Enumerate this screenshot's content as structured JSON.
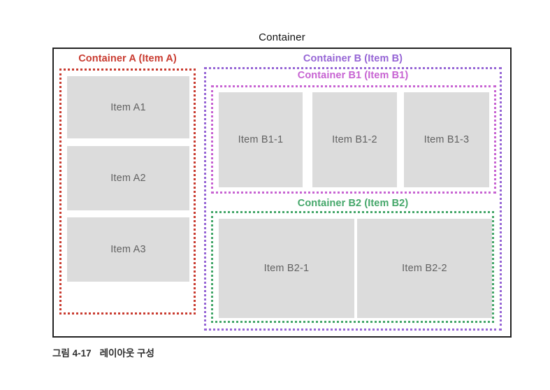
{
  "figure": {
    "title": "Container",
    "caption_label": "그림 4-17",
    "caption_text": "레이아웃 구성"
  },
  "containers": {
    "a": {
      "label": "Container A (Item A)",
      "color": "#c93b30"
    },
    "b": {
      "label": "Container B (Item B)",
      "color": "#9665d5"
    },
    "b1": {
      "label": "Container B1 (Item B1)",
      "color": "#c763d2"
    },
    "b2": {
      "label": "Container B2 (Item B2)",
      "color": "#45a76a"
    }
  },
  "items": {
    "a1": "Item A1",
    "a2": "Item A2",
    "a3": "Item A3",
    "b1_1": "Item B1-1",
    "b1_2": "Item B1-2",
    "b1_3": "Item B1-3",
    "b2_1": "Item B2-1",
    "b2_2": "Item B2-2"
  },
  "colors": {
    "outline": "#222222",
    "red": "#c93b30",
    "purple": "#9665d5",
    "magenta": "#c763d2",
    "green": "#45a76a",
    "item-bg": "#dcdcdc",
    "item-text": "#626262",
    "caption": "#2e2e2e"
  }
}
